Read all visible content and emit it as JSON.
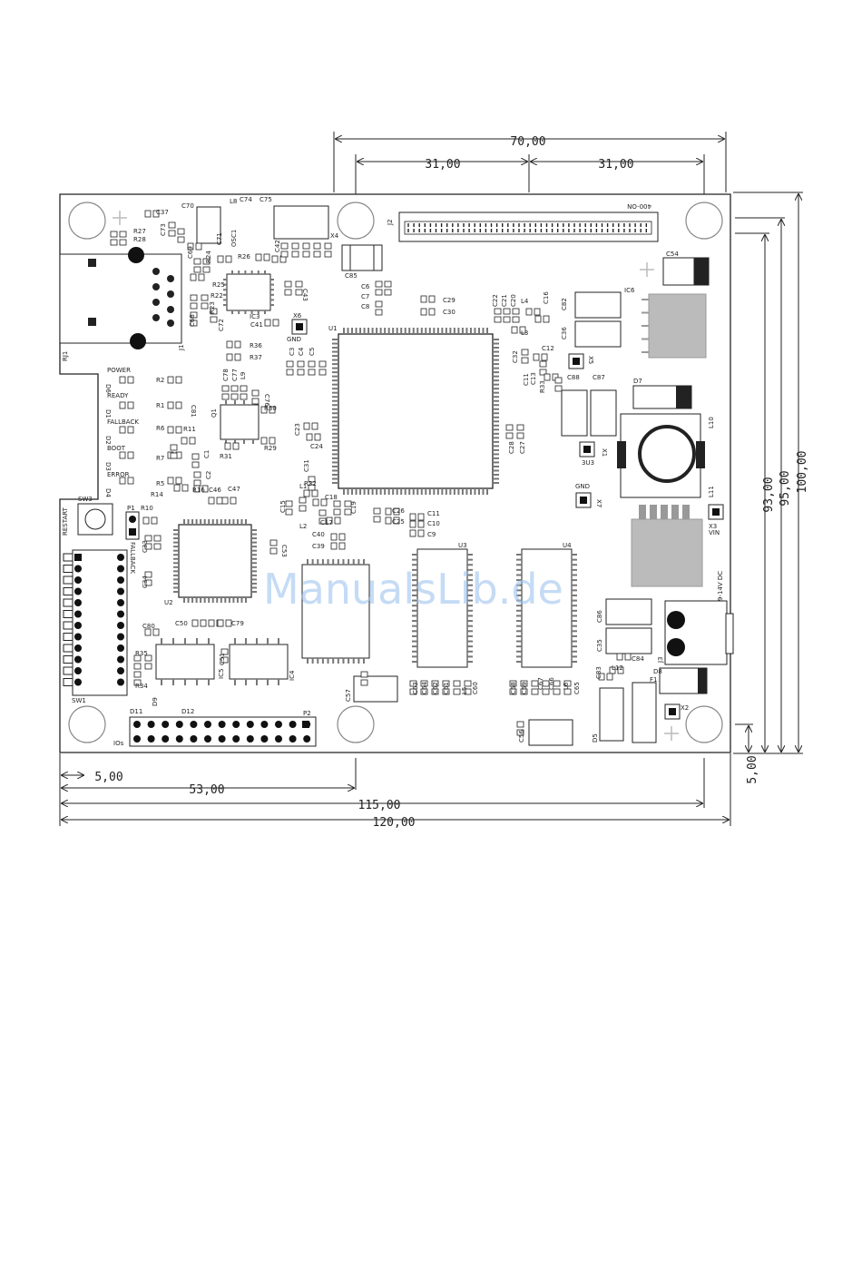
{
  "dimensions": {
    "top_total": "70,00",
    "top_left": "31,00",
    "top_right": "31,00",
    "bottom_5": "5,00",
    "bottom_53": "53,00",
    "bottom_115": "115,00",
    "bottom_120": "120,00",
    "right_93": "93,00",
    "right_95": "95,00",
    "right_100": "100,00",
    "right_5": "5,00"
  },
  "board": {
    "connector_label": "400-ON",
    "watermark": "ManualsLib.de",
    "chips": {
      "u1": "U1",
      "u2": "U2",
      "u3": "U3",
      "u4": "U4",
      "ic3": "IC3",
      "ic4": "IC4",
      "ic5": "IC5",
      "ic6": "IC6",
      "j1": "J1",
      "j2": "J2",
      "j3": "J3",
      "osc1": "OSC1",
      "l10": "L10",
      "l11": "L11",
      "sw1": "SW1",
      "sw3": "SW3",
      "p1": "P1",
      "p2": "P2"
    },
    "leds": {
      "power": "POWER",
      "ready": "READY",
      "fallback": "FALLBACK",
      "boot": "BOOT",
      "error": "ERROR"
    },
    "side_labels": {
      "rj45": "RJ1",
      "restart": "RESTART",
      "fallback_pin": "FALLBACK",
      "ios": "IOs",
      "supply": "9-14V DC",
      "gnd1": "GND",
      "gnd2": "GND",
      "v3u3": "3U3",
      "vin": "VIN",
      "x1": "X1",
      "x2": "X2",
      "x3": "X3",
      "x4": "X4",
      "x5": "X5",
      "x6": "X6",
      "x7": "X7",
      "d1": "D1",
      "d7": "D7",
      "d8": "D8",
      "d9": "D9",
      "d11": "D11",
      "d12": "D12",
      "f1": "F1",
      "q1": "Q1"
    },
    "passives": {
      "c37": "C37",
      "c70": "C70",
      "l8": "L8",
      "c74": "C74",
      "c75": "C75",
      "r27": "R27",
      "r28": "R28",
      "c73": "C73",
      "c69": "C69",
      "c71": "C71",
      "r24": "R24",
      "r25": "R25",
      "r22": "R22",
      "r23": "R23",
      "c68": "C68",
      "c72": "C72",
      "r26": "R26",
      "c42": "C42",
      "c41": "C41",
      "c43": "C43",
      "c6": "C6",
      "c7": "C7",
      "c8": "C8",
      "c29": "C29",
      "c30": "C30",
      "c22": "C22",
      "c21": "C21",
      "c20": "C20",
      "c16": "C16",
      "l4": "L4",
      "l3": "L3",
      "c82": "C82",
      "c36": "C36",
      "c54": "C54",
      "c85": "C85",
      "c12": "C12",
      "c32": "C32",
      "c13": "C13",
      "c11t": "C11",
      "r33": "R33",
      "c88": "C88",
      "c87": "C87",
      "r36": "R36",
      "r37": "R37",
      "c3": "C3",
      "c4": "C4",
      "c5": "C5",
      "c78": "C78",
      "c77": "C77",
      "l9": "L9",
      "c76": "C76",
      "r30": "R30",
      "r29": "R29",
      "r31": "R31",
      "c23": "C23",
      "c24": "C24",
      "c28": "C28",
      "c27": "C27",
      "r2": "R2",
      "r1": "R1",
      "r6": "R6",
      "r7": "R7",
      "r5": "R5",
      "r11": "R11",
      "r14": "R14",
      "r16": "R16",
      "c1": "C1",
      "c2": "C2",
      "c46": "C46",
      "c47": "C47",
      "c81": "C81",
      "r32": "R32",
      "c31": "C31",
      "c15": "C15",
      "c18": "C18",
      "c19": "C19",
      "c17": "C17",
      "c26": "C26",
      "c25": "C25",
      "c11": "C11",
      "c10": "C10",
      "c9": "C9",
      "c40": "C40",
      "c39": "C39",
      "r10": "R10",
      "c33": "C33",
      "c34": "C34",
      "c53": "C53",
      "c50": "C50",
      "c80": "C80",
      "c79": "C79",
      "r35": "R35",
      "r34": "R34",
      "c51": "C51",
      "c57": "C57",
      "c63": "C63",
      "c64": "C64",
      "c62": "C62",
      "c61": "C61",
      "l5": "L5",
      "c60": "C60",
      "c58": "C58",
      "c59": "C59",
      "c67": "C67",
      "c66": "C66",
      "l6": "L6",
      "c65": "C65",
      "c56": "C56",
      "c86": "C86",
      "c35": "C35",
      "c84": "C84",
      "l12": "L12",
      "c83": "C83",
      "l1": "L1",
      "l2": "L2",
      "d2": "D2",
      "d3": "D3",
      "d4": "D4",
      "d5": "D5",
      "d6": "D6"
    }
  }
}
